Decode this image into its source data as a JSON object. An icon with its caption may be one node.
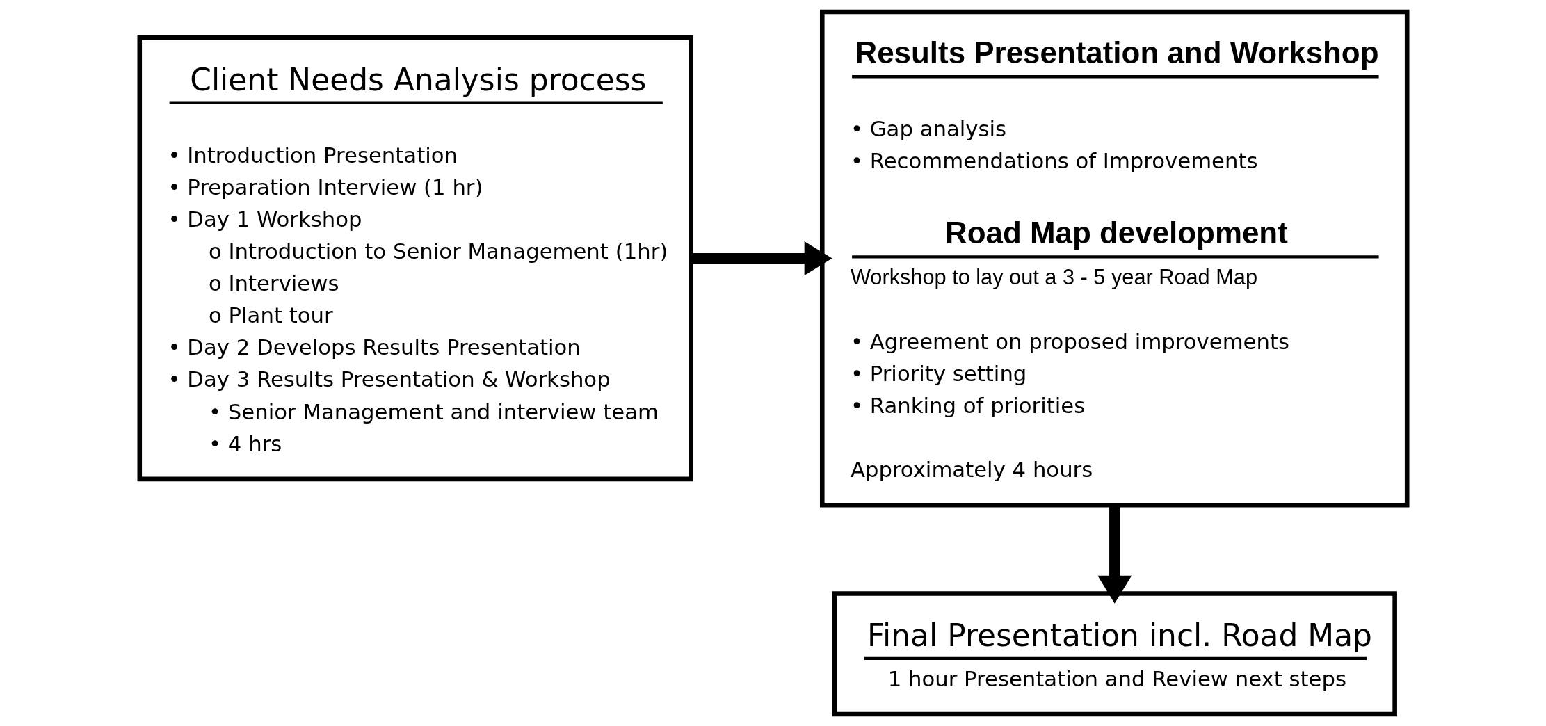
{
  "diagram": {
    "nodes": [
      {
        "text": [
          "Client Needs Analysis process",
          "• Introduction Presentation",
          "• Preparation Interview (1 hr)",
          "• Day 1 Workshop",
          "o Introduction to Senior Management (1hr)",
          "o Interviews",
          "o Plant tour",
          "• Day 2 Develops Results Presentation",
          "• Day 3 Results Presentation & Workshop",
          "• Senior Management and interview team",
          "• 4 hrs"
        ]
      },
      {
        "text": [
          "Results Presentation and Workshop",
          "• Gap analysis",
          "• Recommendations of Improvements",
          "Road Map development",
          "Workshop to lay out a 3 - 5 year Road Map",
          "• Agreement on proposed improvements",
          "• Priority setting",
          "• Ranking of priorities",
          "Approximately 4 hours"
        ]
      },
      {
        "text": [
          "Final Presentation incl. Road Map",
          "1 hour Presentation and Review next steps"
        ]
      }
    ],
    "edges": [
      {
        "from": 0,
        "to": 1,
        "arrow": "to"
      },
      {
        "from": 1,
        "to": 2,
        "arrow": "to"
      }
    ]
  }
}
